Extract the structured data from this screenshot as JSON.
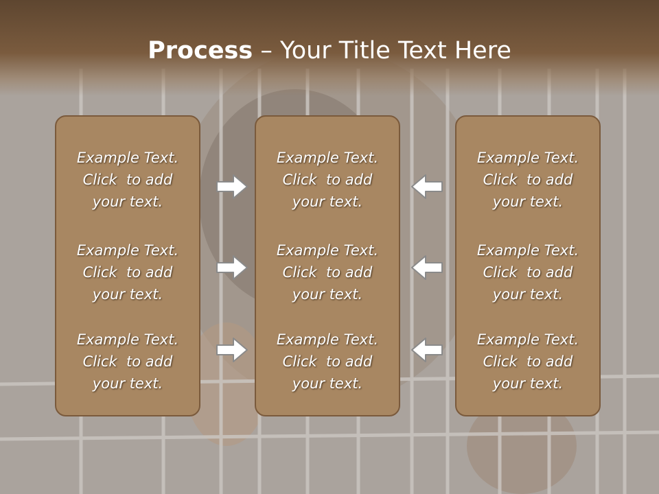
{
  "slide": {
    "title_bold": "Process",
    "title_rest": " – Your Title Text Here",
    "columns": [
      {
        "cells": [
          {
            "line1": "Example Text.",
            "line2": "Click  to add",
            "line3": "your text."
          },
          {
            "line1": "Example Text.",
            "line2": "Click  to add",
            "line3": "your text."
          },
          {
            "line1": "Example Text.",
            "line2": "Click  to add",
            "line3": "your text."
          }
        ]
      },
      {
        "cells": [
          {
            "line1": "Example Text.",
            "line2": "Click  to add",
            "line3": "your text."
          },
          {
            "line1": "Example Text.",
            "line2": "Click  to add",
            "line3": "your text."
          },
          {
            "line1": "Example Text.",
            "line2": "Click  to add",
            "line3": "your text."
          }
        ]
      },
      {
        "cells": [
          {
            "line1": "Example Text.",
            "line2": "Click  to add",
            "line3": "your text."
          },
          {
            "line1": "Example Text.",
            "line2": "Click  to add",
            "line3": "your text."
          },
          {
            "line1": "Example Text.",
            "line2": "Click  to add",
            "line3": "your text."
          }
        ]
      }
    ]
  },
  "colors": {
    "title_band": "#6b4f36",
    "box_fill": "#a88762",
    "box_border": "#7a5a3c",
    "text": "#ffffff",
    "arrow_fill": "#ffffff",
    "arrow_stroke": "#8a8a8a"
  },
  "icons": {
    "left_arrows": "right-arrow-icon",
    "right_arrows": "left-arrow-icon",
    "background": "dog-behind-cage-bars-photo"
  }
}
